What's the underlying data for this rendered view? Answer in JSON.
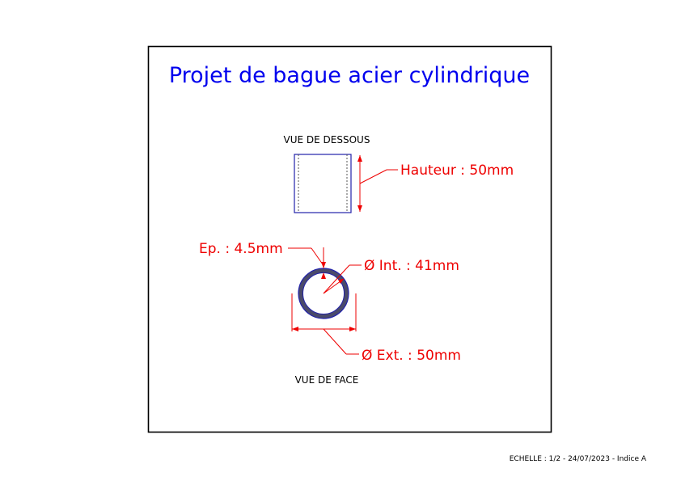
{
  "title": "Projet de bague acier cylindrique",
  "views": {
    "top_label": "VUE DE DESSOUS",
    "front_label": "VUE DE FACE"
  },
  "dimensions": {
    "hauteur": "Hauteur : 50mm",
    "epaisseur": "Ep. : 4.5mm",
    "diam_int": "Ø Int. : 41mm",
    "diam_ext": "Ø Ext. : 50mm"
  },
  "footer": "ECHELLE : 1/2 - 24/07/2023 - Indice A",
  "colors": {
    "title": "#0000ee",
    "dimension": "#ee0000",
    "part_outline": "#2222aa",
    "ring_fill": "#4a4a6a"
  }
}
